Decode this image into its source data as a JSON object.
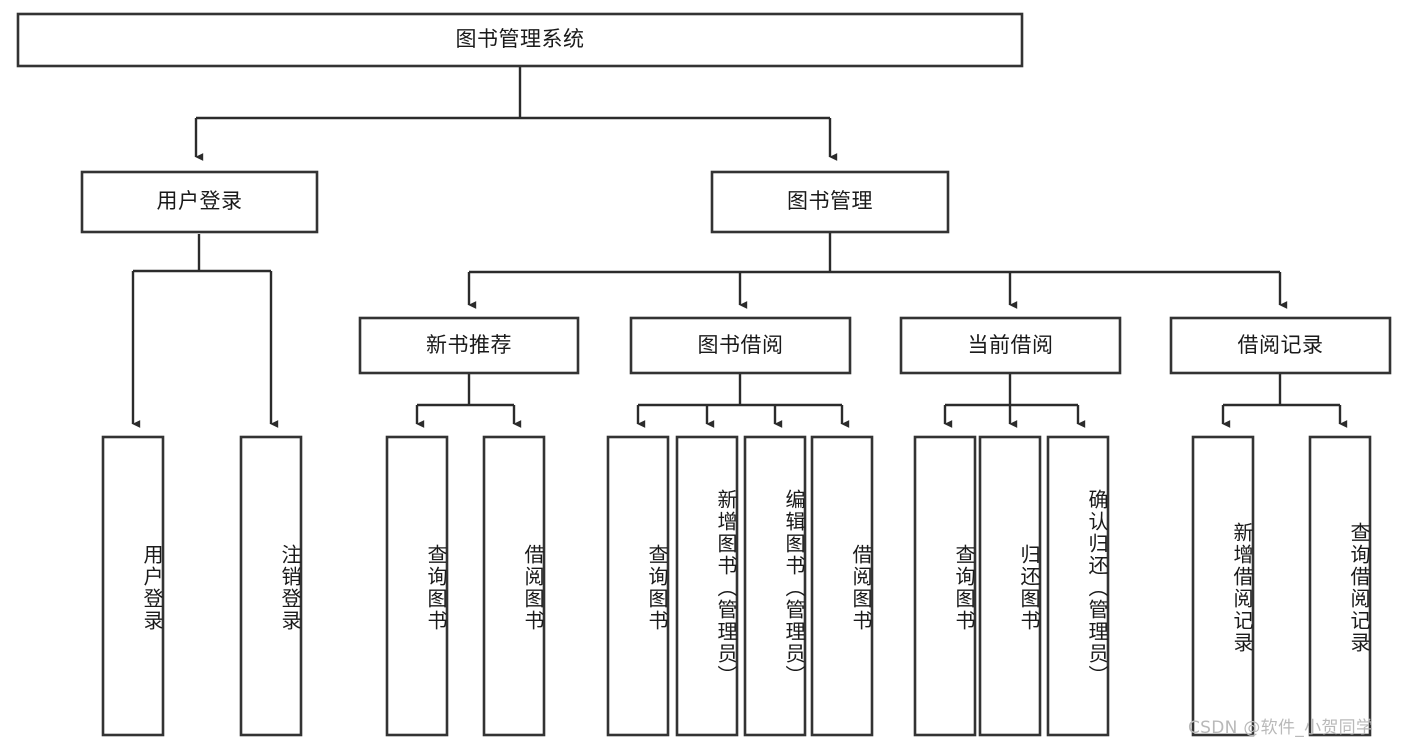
{
  "diagram": {
    "type": "tree-hierarchy-chart",
    "title": "图书管理系统",
    "orientation": "top-down",
    "box_fill": "#ffffff",
    "box_stroke": "#333333",
    "text_color": "#1a1a1a",
    "background": "#ffffff",
    "nodes": {
      "root": {
        "label": "图书管理系统"
      },
      "level2": [
        {
          "id": "user-login",
          "label": "用户登录"
        },
        {
          "id": "book-management",
          "label": "图书管理"
        }
      ],
      "level3": [
        {
          "id": "new-book-recommend",
          "label": "新书推荐"
        },
        {
          "id": "book-borrow",
          "label": "图书借阅"
        },
        {
          "id": "current-borrow",
          "label": "当前借阅"
        },
        {
          "id": "borrow-record",
          "label": "借阅记录"
        }
      ],
      "leaves": {
        "user-login": [
          {
            "id": "leaf-user-login",
            "label": "用户登录"
          },
          {
            "id": "leaf-user-logout",
            "label": "注销登录"
          }
        ],
        "new-book-recommend": [
          {
            "id": "leaf-query-book-1",
            "label": "查询图书"
          },
          {
            "id": "leaf-borrow-book-1",
            "label": "借阅图书"
          }
        ],
        "book-borrow": [
          {
            "id": "leaf-query-book-2",
            "label": "查询图书"
          },
          {
            "id": "leaf-add-book",
            "label": "新增图书（管理员）"
          },
          {
            "id": "leaf-edit-book",
            "label": "编辑图书（管理员）"
          },
          {
            "id": "leaf-borrow-book-2",
            "label": "借阅图书"
          }
        ],
        "current-borrow": [
          {
            "id": "leaf-query-book-3",
            "label": "查询图书"
          },
          {
            "id": "leaf-return-book",
            "label": "归还图书"
          },
          {
            "id": "leaf-confirm-return",
            "label": "确认归还（管理员）"
          }
        ],
        "borrow-record": [
          {
            "id": "leaf-add-record",
            "label": "新增借阅记录"
          },
          {
            "id": "leaf-query-record",
            "label": "查询借阅记录"
          }
        ]
      }
    }
  },
  "watermark": {
    "text": "CSDN @软件_小贺同学",
    "color": "#b9b9b9"
  }
}
